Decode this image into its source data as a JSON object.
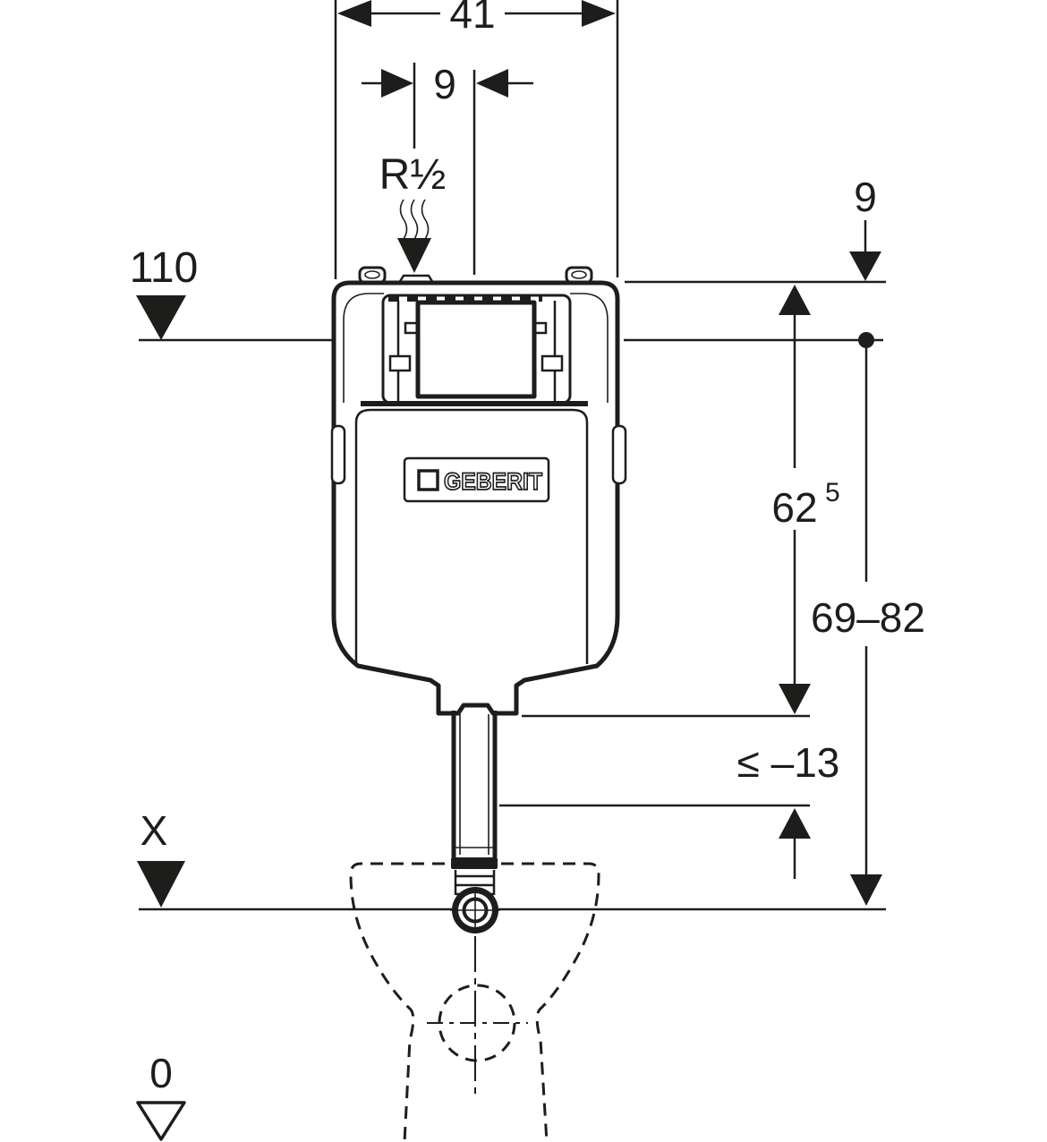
{
  "colors": {
    "ink": "#1d1d1b",
    "paper": "#ffffff"
  },
  "labels": {
    "width_top": "41",
    "supply_offset": "9",
    "supply_thread": "R½",
    "level_110": "110",
    "cover_depth": "9",
    "height_main": "62",
    "height_main_sup": "5",
    "height_range": "69–82",
    "outlet_offset": "≤ –13",
    "level_x": "X",
    "level_zero": "0",
    "brand": "GEBERIT"
  }
}
